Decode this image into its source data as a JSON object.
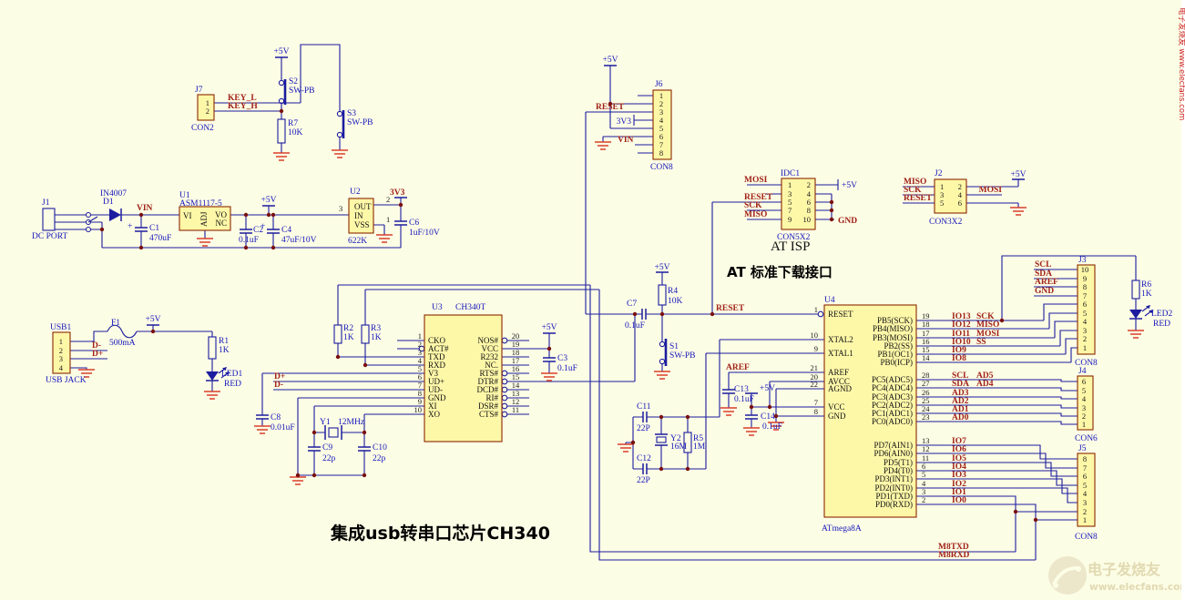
{
  "title": "集成usb转串口芯片CH340",
  "isp_title": "AT ISP",
  "isp_sub": "AT 标准下载接口",
  "wm_brand": "电子发烧友",
  "wm_site": "www.elecfans.com",
  "wm_edge": "电子发烧友 www.elecfans.com",
  "pw": {
    "p5": "+5V",
    "v33": "3V3",
    "vin": "VIN",
    "gnd": "GND",
    "aref": "AREF",
    "reset": "RESET",
    "plus": "+"
  },
  "nets": {
    "key_l": "KEY_L",
    "key_h": "KEY_H",
    "dm": "D-",
    "dp": "D+",
    "mosi": "MOSI",
    "miso": "MISO",
    "sck": "SCK",
    "m8txd": "M8TXD",
    "m8rxd": "M8RXD"
  },
  "j1": {
    "ref": "J1",
    "val": "DC PORT"
  },
  "j7": {
    "ref": "J7",
    "fp": "CON2",
    "p": [
      "1",
      "2"
    ]
  },
  "s1": {
    "ref": "S1",
    "val": "SW-PB"
  },
  "s2": {
    "ref": "S2",
    "val": "SW-PB"
  },
  "s3": {
    "ref": "S3",
    "val": "SW-PB"
  },
  "d1": {
    "ref": "D1",
    "val": "IN4007"
  },
  "r1": {
    "ref": "R1",
    "val": "1K"
  },
  "r2": {
    "ref": "R2",
    "val": "1K"
  },
  "r3": {
    "ref": "R3",
    "val": "1K"
  },
  "r4": {
    "ref": "R4",
    "val": "10K"
  },
  "r5": {
    "ref": "R5",
    "val": "1M"
  },
  "r6": {
    "ref": "R6",
    "val": "1K"
  },
  "r7": {
    "ref": "R7",
    "val": "10K"
  },
  "c1": {
    "ref": "C1",
    "val": "470uF"
  },
  "c2": {
    "ref": "C2",
    "val": "0.1uF"
  },
  "c3": {
    "ref": "C3",
    "val": "0.1uF"
  },
  "c4": {
    "ref": "C4",
    "val": "47uF/10V"
  },
  "c6": {
    "ref": "C6",
    "val": "1uF/10V"
  },
  "c7": {
    "ref": "C7",
    "val": "0.1uF"
  },
  "c8": {
    "ref": "C8",
    "val": "0.01uF"
  },
  "c9": {
    "ref": "C9",
    "val": "22p"
  },
  "c10": {
    "ref": "C10",
    "val": "22p"
  },
  "c11": {
    "ref": "C11",
    "val": "22P"
  },
  "c12": {
    "ref": "C12",
    "val": "22P"
  },
  "c13": {
    "ref": "C13",
    "val": "0.1uF"
  },
  "c14": {
    "ref": "C14",
    "val": "0.1uF"
  },
  "y1": {
    "ref": "Y1",
    "val": "12MHz"
  },
  "y2": {
    "ref": "Y2",
    "val": "16M"
  },
  "f1": {
    "ref": "F1",
    "val": "500mA"
  },
  "led1": {
    "ref": "LED1",
    "val": "RED"
  },
  "led2": {
    "ref": "LED2",
    "val": "RED"
  },
  "u1": {
    "ref": "U1",
    "val": "ASM1117-5",
    "vi": "VI",
    "adj": "ADJ",
    "vo": "VO",
    "nc": "NC"
  },
  "u2": {
    "ref": "U2",
    "val": "622K",
    "out": "OUT",
    "in": "IN",
    "vss": "VSS",
    "n_in": "3",
    "n_out": "2",
    "n_vss": "1"
  },
  "usb1": {
    "ref": "USB1",
    "val": "USB JACK",
    "p": [
      "1",
      "2",
      "3",
      "4"
    ]
  },
  "u3": {
    "ref": "U3",
    "part": "CH340T",
    "l": [
      {
        "n": "1",
        "p": "CKO"
      },
      {
        "n": "2",
        "p": "ACT#"
      },
      {
        "n": "3",
        "p": "TXD"
      },
      {
        "n": "4",
        "p": "RXD"
      },
      {
        "n": "5",
        "p": "V3"
      },
      {
        "n": "6",
        "p": "UD+"
      },
      {
        "n": "7",
        "p": "UD-"
      },
      {
        "n": "8",
        "p": "GND"
      },
      {
        "n": "9",
        "p": "XI"
      },
      {
        "n": "10",
        "p": "XO"
      }
    ],
    "r": [
      {
        "n": "20",
        "p": "NOS#"
      },
      {
        "n": "19",
        "p": "VCC"
      },
      {
        "n": "18",
        "p": "R232"
      },
      {
        "n": "17",
        "p": "NC."
      },
      {
        "n": "16",
        "p": "RTS#"
      },
      {
        "n": "15",
        "p": "DTR#"
      },
      {
        "n": "14",
        "p": "DCD#"
      },
      {
        "n": "13",
        "p": "RI#"
      },
      {
        "n": "12",
        "p": "DSR#"
      },
      {
        "n": "11",
        "p": "CTS#"
      }
    ]
  },
  "j6": {
    "ref": "J6",
    "fp": "CON8",
    "p": [
      "1",
      "2",
      "3",
      "4",
      "5",
      "6",
      "7",
      "8"
    ]
  },
  "idc1": {
    "ref": "IDC1",
    "fp": "CON5X2",
    "ln": [
      "1",
      "3",
      "5",
      "7",
      "9"
    ],
    "rn": [
      "2",
      "4",
      "6",
      "8",
      "10"
    ]
  },
  "j2": {
    "ref": "J2",
    "fp": "CON3X2",
    "ln": [
      "1",
      "3",
      "5"
    ],
    "rn": [
      "2",
      "4",
      "6"
    ]
  },
  "u4": {
    "ref": "U4",
    "part": "ATmega8A",
    "l": [
      {
        "n": "1",
        "p": "RESET"
      },
      {
        "n": "10",
        "p": "XTAL2"
      },
      {
        "n": "9",
        "p": "XTAL1"
      },
      {
        "n": "21",
        "p": "AREF"
      },
      {
        "n": "20",
        "p": "AVCC"
      },
      {
        "n": "22",
        "p": "AGND"
      },
      {
        "n": "7",
        "p": "VCC"
      },
      {
        "n": "8",
        "p": "GND"
      }
    ],
    "pb": [
      {
        "n": "19",
        "p": "PB5(SCK)",
        "a": "IO13",
        "b": "SCK"
      },
      {
        "n": "18",
        "p": "PB4(MISO)",
        "a": "IO12",
        "b": "MISO"
      },
      {
        "n": "17",
        "p": "PB3(MOSI)",
        "a": "IO11",
        "b": "MOSI"
      },
      {
        "n": "16",
        "p": "PB2(SS)",
        "a": "IO10",
        "b": "SS"
      },
      {
        "n": "15",
        "p": "PB1(OC1)",
        "a": "IO9"
      },
      {
        "n": "14",
        "p": "PB0(ICP)",
        "a": "IO8"
      }
    ],
    "pc": [
      {
        "n": "28",
        "p": "PC5(ADC5)",
        "a": "SCL",
        "b": "AD5"
      },
      {
        "n": "27",
        "p": "PC4(ADC4)",
        "a": "SDA",
        "b": "AD4"
      },
      {
        "n": "26",
        "p": "PC3(ADC3)",
        "a": "AD3"
      },
      {
        "n": "25",
        "p": "PC2(ADC2)",
        "a": "AD2"
      },
      {
        "n": "24",
        "p": "PC1(ADC1)",
        "a": "AD1"
      },
      {
        "n": "23",
        "p": "PC0(ADC0)",
        "a": "AD0"
      }
    ],
    "pd": [
      {
        "n": "13",
        "p": "PD7(AIN1)",
        "a": "IO7"
      },
      {
        "n": "12",
        "p": "PD6(AIN0)",
        "a": "IO6"
      },
      {
        "n": "11",
        "p": "PD5(T1)",
        "a": "IO5"
      },
      {
        "n": "6",
        "p": "PD4(T0)",
        "a": "IO4"
      },
      {
        "n": "5",
        "p": "PD3(INT1)",
        "a": "IO3"
      },
      {
        "n": "4",
        "p": "PD2(INT0)",
        "a": "IO2"
      },
      {
        "n": "3",
        "p": "PD1(TXD)",
        "a": "IO1"
      },
      {
        "n": "2",
        "p": "PD0(RXD)",
        "a": "IO0"
      }
    ]
  },
  "j3": {
    "ref": "J3",
    "fp": "CON8",
    "p": [
      "10",
      "9",
      "8",
      "7",
      "6",
      "5",
      "4",
      "3",
      "2",
      "1"
    ],
    "nets": [
      "SCL",
      "SDA",
      "AREF",
      "GND"
    ]
  },
  "j4": {
    "ref": "J4",
    "fp": "CON6",
    "p": [
      "6",
      "5",
      "4",
      "3",
      "2",
      "1"
    ]
  },
  "j5": {
    "ref": "J5",
    "fp": "CON8",
    "p": [
      "8",
      "7",
      "6",
      "5",
      "4",
      "3",
      "2",
      "1"
    ]
  }
}
